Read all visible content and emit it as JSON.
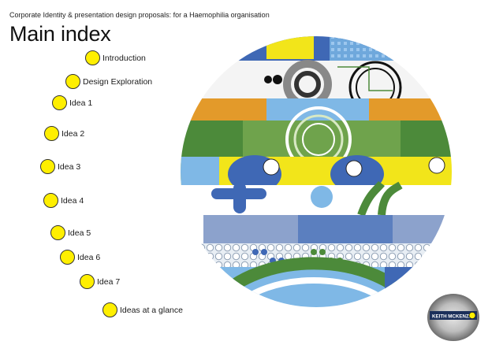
{
  "header": {
    "subtitle": "Corporate Identity & presentation design proposals: for a Haemophilia organisation",
    "title": "Main index"
  },
  "nav": {
    "items": [
      {
        "label": "Introduction"
      },
      {
        "label": "Design Exploration"
      },
      {
        "label": "Idea 1"
      },
      {
        "label": "Idea 2"
      },
      {
        "label": "Idea 3"
      },
      {
        "label": "Idea 4"
      },
      {
        "label": "Idea 5"
      },
      {
        "label": "Idea 6"
      },
      {
        "label": "Idea 7"
      },
      {
        "label": "Ideas at a glance"
      }
    ]
  },
  "logo": {
    "text": "KEITH MCKENZIE"
  },
  "colors": {
    "dot": "#ffef00",
    "green": "#4c8a3a",
    "orange": "#e39a2a",
    "blue": "#3f68b5",
    "light_blue": "#7fb8e6",
    "yellow": "#f2e51a"
  }
}
